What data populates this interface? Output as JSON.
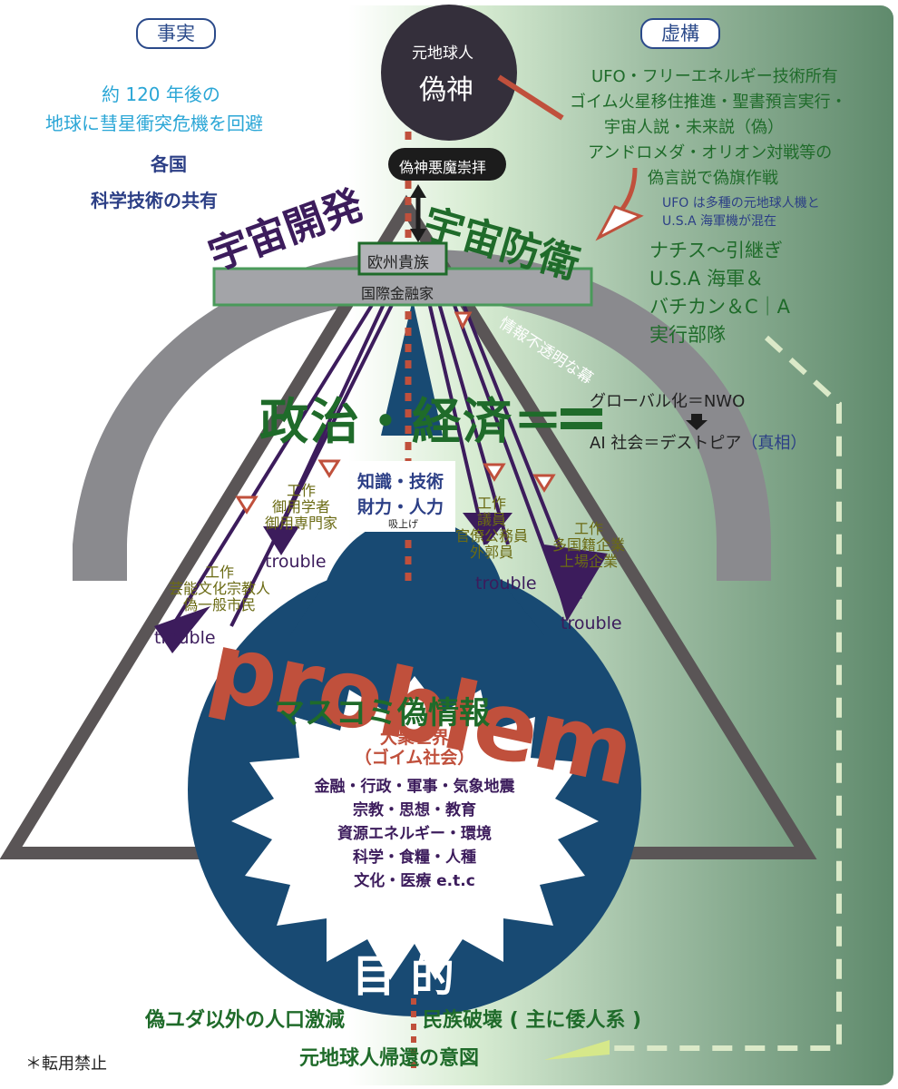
{
  "labels": {
    "fact": "事実",
    "fiction": "虚構"
  },
  "left_texts": {
    "line1": "約 120 年後の",
    "line2": "地球に彗星衝突危機を回避",
    "line3": "各国",
    "line4": "科学技術の共有"
  },
  "top": {
    "circle_small": "元地球人",
    "circle_big": "偽神",
    "worship": "偽神悪魔崇拝",
    "european": "欧州貴族",
    "financier": "国際金融家",
    "space_dev": "宇宙開発",
    "space_def": "宇宙防衛"
  },
  "right_texts": {
    "l1": "UFO・フリーエネルギー技術所有",
    "l2": "ゴイム火星移住推進・聖書預言実行・",
    "l3": "宇宙人説・未来説（偽）",
    "l4": "アンドロメダ・オリオン対戦等の",
    "l5": "偽言説で偽旗作戦",
    "ufo1": "UFO は多種の元地球人機と",
    "ufo2": "U.S.A 海軍機が混在",
    "nazi1": "ナチス〜引継ぎ",
    "nazi2": "U.S.A 海軍＆",
    "nazi3": "バチカン＆C｜A",
    "nazi4": "実行部隊",
    "opaque": "情報不透明な幕"
  },
  "middle": {
    "politics": "政治・経済＝",
    "global": "グローバル化＝NWO",
    "ai": "AI 社会＝デストピア",
    "truth": "（真相）",
    "knowledge": "知識・技術",
    "money": "財力・人力",
    "suck": "吸上げ"
  },
  "groups": [
    {
      "title": "工作",
      "lines": [
        "御用学者",
        "御用専門家"
      ],
      "trouble": "trouble"
    },
    {
      "title": "工作",
      "lines": [
        "芸能文化宗教人",
        "偽一般市民"
      ],
      "trouble": "trouble"
    },
    {
      "title": "工作",
      "lines": [
        "議員",
        "官僚公務員",
        "外郭員"
      ],
      "trouble": "trouble"
    },
    {
      "title": "工作",
      "lines": [
        "多国籍企業",
        "上場企業"
      ],
      "trouble": "trouble"
    }
  ],
  "bottom": {
    "problem": "problem",
    "media": "マスコミ偽情報",
    "masses1": "大衆世界",
    "masses2": "（ゴイム社会）",
    "fields": [
      "金融・行政・軍事・気象地震",
      "宗教・思想・教育",
      "資源エネルギー・環境",
      "科学・食糧・人種",
      "文化・医療 e.t.c"
    ],
    "purpose": "目 的",
    "goal1": "偽ユダ以外の人口激減",
    "goal2": "民族破壊 ( 主に倭人系 )",
    "goal3": "元地球人帰還の意図",
    "copyright": "＊転用禁止"
  },
  "colors": {
    "dark_green": "#1f6b2a",
    "cyan": "#2aa6d6",
    "navy": "#2c3f86",
    "purple": "#3c1c5c",
    "orange_red": "#c0503c",
    "globe_blue": "#184a73",
    "gray": "#8a8a8e",
    "triangle": "#5a5556",
    "right_bg": "#6f9279",
    "olive": "#6b6b14"
  }
}
